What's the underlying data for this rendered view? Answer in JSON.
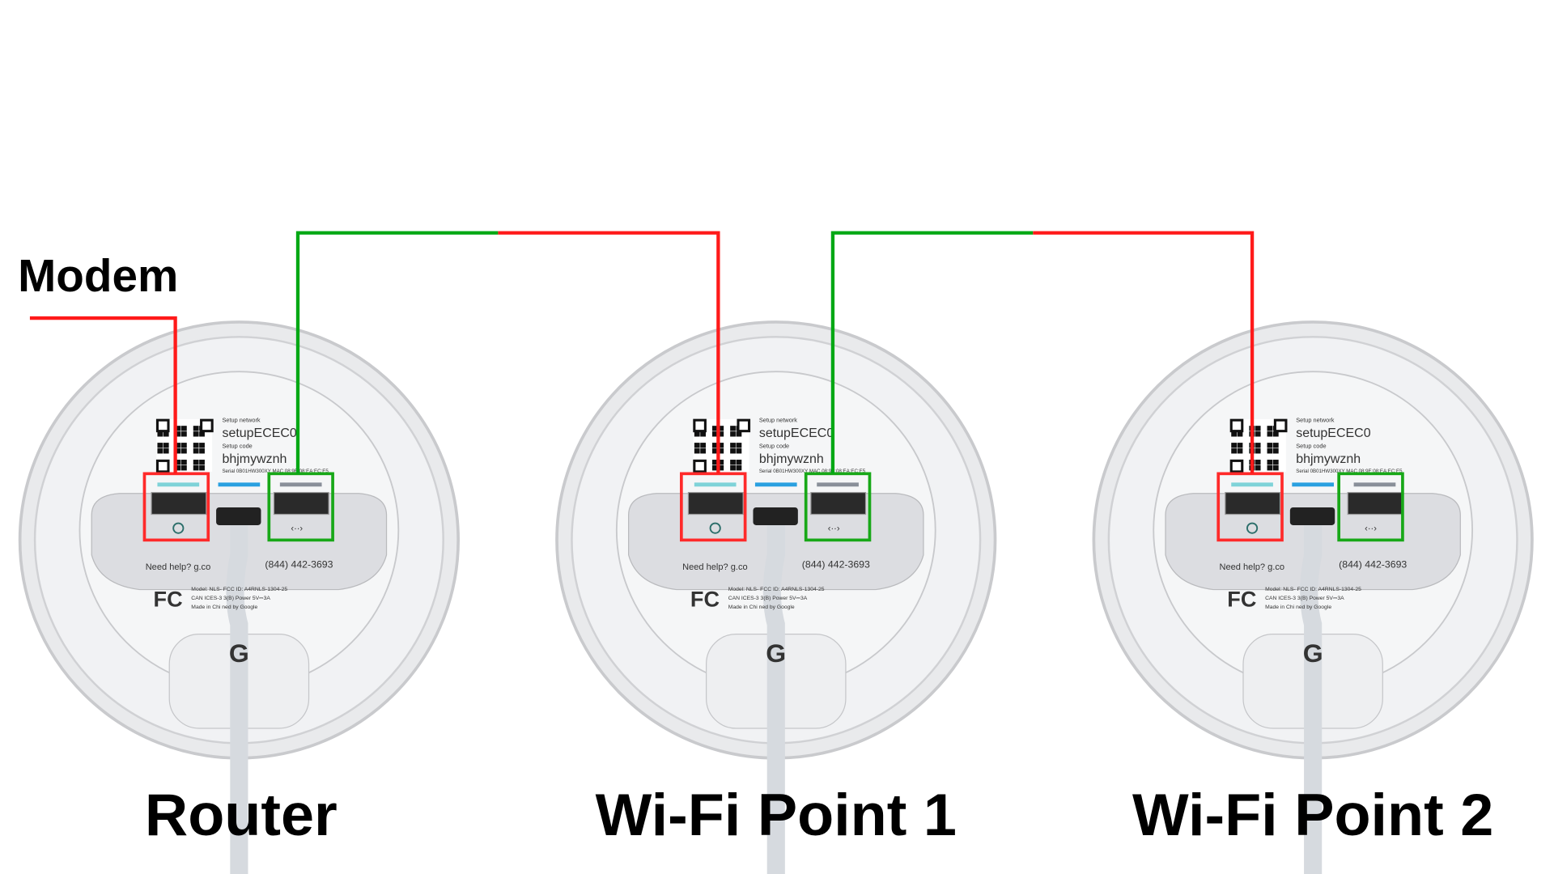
{
  "labels": {
    "modem": "Modem",
    "devices": [
      "Router",
      "Wi-Fi Point 1",
      "Wi-Fi Point 2"
    ]
  },
  "device_label": {
    "setup_network_title": "Setup network",
    "setup_network": "setupECEC0",
    "setup_code_title": "Setup code",
    "setup_code": "bhjmywznh",
    "serial_mac": "Serial 0B01HW300XY   MAC 08:9E:08:EA:EC:E5",
    "help": "Need help?  g.co",
    "phone": "(844) 442-3693",
    "fcc": "FC",
    "regulatory_1": "Model: NLS-      FCC ID: A4RNLS-1304-25",
    "regulatory_2": "CAN ICES-3      3(B)  Power 5V⎓3A",
    "regulatory_3": "Made in Chi      ned by Google",
    "wan_port_icon": "globe-icon",
    "lan_port_icon": "ethernet-icon"
  },
  "colors": {
    "wan_connection": "#ff1a1a",
    "lan_connection": "#00a814",
    "wan_port_highlight": "#ff2a2a",
    "lan_port_highlight": "#18a818"
  }
}
